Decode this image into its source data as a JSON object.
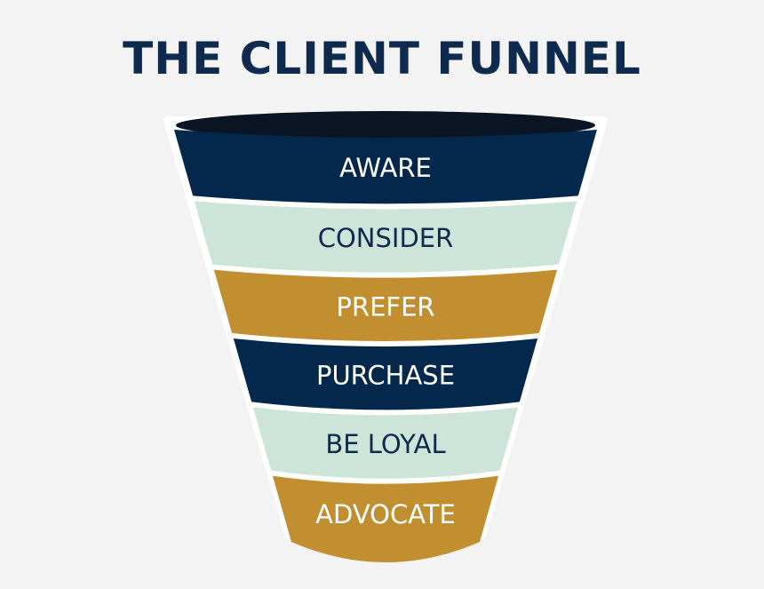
{
  "title": "THE CLIENT FUNNEL",
  "colors": {
    "navy": "#03284b",
    "mint": "#cde4d9",
    "gold": "#c28f30",
    "rim": "#0b1422",
    "label_light": "#ffffff",
    "label_dark": "#0e2a4e"
  },
  "stages": [
    {
      "label": "AWARE",
      "fill": "navy",
      "text": "label_light"
    },
    {
      "label": "CONSIDER",
      "fill": "mint",
      "text": "label_dark"
    },
    {
      "label": "PREFER",
      "fill": "gold",
      "text": "label_light"
    },
    {
      "label": "PURCHASE",
      "fill": "navy",
      "text": "label_light"
    },
    {
      "label": "BE LOYAL",
      "fill": "mint",
      "text": "label_dark"
    },
    {
      "label": "ADVOCATE",
      "fill": "gold",
      "text": "label_light"
    }
  ]
}
